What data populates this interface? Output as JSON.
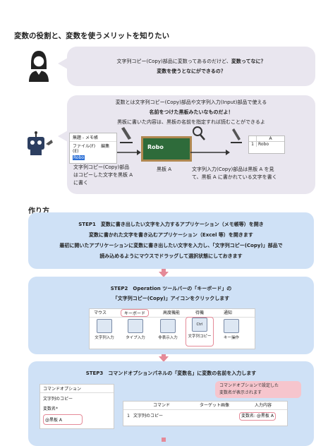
{
  "title": "変数の役割と、変数を使うメリットを知りたい",
  "q1": {
    "line1_a": "文字列コピー(Copy)部品に変数ってあるのだけど、",
    "line1_b": "変数ってなに？",
    "line2": "変数を使うとなにができるの？"
  },
  "a1": {
    "line1": "変数とは文字列コピー(Copy)部品や文字列入力(Input)部品で使える",
    "line2": "名前をつけた黒板みたいなものだよ！",
    "line3": "黒板に書いた内容は、黒板の名前を指定すれば読むことができるよ",
    "notepad_title": "無題 - メモ帳",
    "menu_file": "ファイル(F)",
    "menu_edit": "編集(E)",
    "notepad_text": "Robo",
    "blackboard_text": "Robo",
    "excel_col": "A",
    "excel_row": "1",
    "excel_cell": "Robo",
    "cap_copy1": "文字列コピー(Copy)部品",
    "cap_copy2": "はコピーした文字を黒板 A",
    "cap_copy3": "に書く",
    "cap_board": "黒板 A",
    "cap_input1": "文字列入力(Copy)部品は黒板 A を見",
    "cap_input2": "て、黒板 A に書かれている文字を書く"
  },
  "section": "作り方",
  "step1": {
    "line1": "STEP1　変数に書き出したい文字を入力するアプリケーション（メモ帳等）を開き",
    "line2": "変数に書かれた文字を書き込むアプリケーション（Excel 等）を開きます",
    "line3": "最初に開いたアプリケーションに変数に書き出したい文字を入力し、「文字列コピー(Copy)」部品で",
    "line4": "読み込めるようにマウスでドラッグして選択状態にしておきます"
  },
  "step2": {
    "line1": "STEP2　Operation ツールバーの「キーボード」の",
    "line2": "「文字列コピー(Copy)」アイコンをクリックします",
    "tabs": [
      "マウス",
      "キーボード",
      "高度機能",
      "待機",
      "通知"
    ],
    "tools": [
      "文字列入力",
      "タイプ入力",
      "非表示入力",
      "文字列コピー",
      "キー操作"
    ],
    "ctrl_label": "Ctrl"
  },
  "step3": {
    "line1": "STEP3　コマンドオプションパネルの「変数名」に変数の名前を入力します",
    "panel_title": "コマンドオプション",
    "panel_label": "文字列のコピー",
    "panel_var_label": "変数名*",
    "panel_var_value": "@黒板 A",
    "tooltip1": "コマンドオプションで設定した",
    "tooltip2": "変数名が表示されます",
    "table_headers": [
      "コマンド",
      "ターゲット画像",
      "入力内容"
    ],
    "row_num": "1",
    "row_cmd": "文字列のコピー",
    "row_value": "変数名: @黒板 A"
  }
}
